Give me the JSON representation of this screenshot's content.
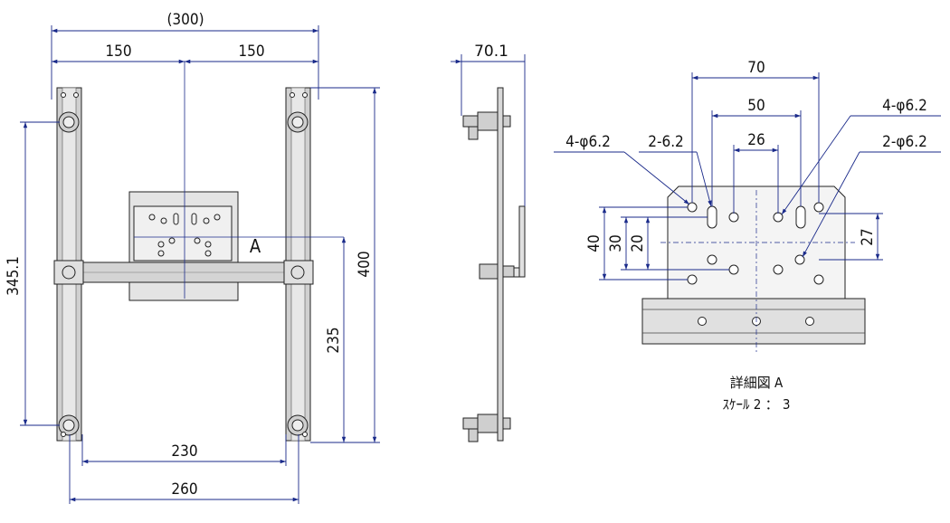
{
  "colors": {
    "dimension_line": "#1a2a8a",
    "part_outline": "#222222",
    "part_fill": "#d7d7d7",
    "part_fill_dark": "#9a9a9a",
    "background": "#ffffff"
  },
  "front_view": {
    "dim_overall_width": "(300)",
    "dim_half_left": "150",
    "dim_half_right": "150",
    "dim_height_left": "345.1",
    "dim_height_right": "400",
    "dim_plate_height": "235",
    "dim_inner_width": "230",
    "dim_outer_width": "260",
    "detail_marker": "A"
  },
  "side_view": {
    "dim_depth": "70.1"
  },
  "detail_view": {
    "dim_70": "70",
    "dim_50": "50",
    "dim_26": "26",
    "dim_40": "40",
    "dim_30": "30",
    "dim_20": "20",
    "dim_27": "27",
    "callout_left": "4-φ6.2",
    "callout_slot": "2-6.2",
    "callout_right_top": "4-φ6.2",
    "callout_right_mid": "2-φ6.2",
    "title": "詳細図 A",
    "scale": "ｽｹｰﾙ 2 ： 3"
  }
}
